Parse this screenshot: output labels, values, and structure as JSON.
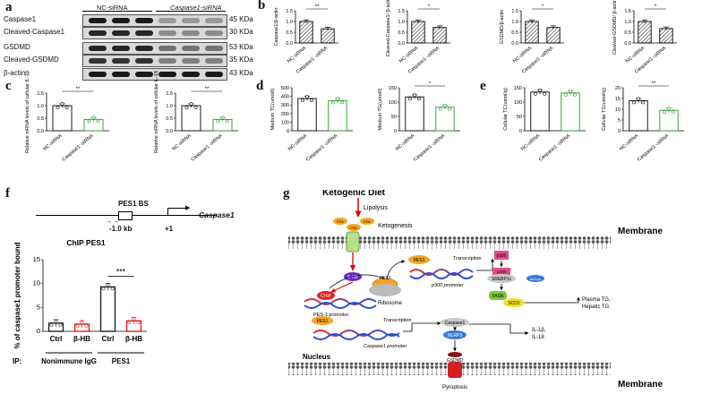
{
  "panels": {
    "a": "a",
    "b": "b",
    "c": "c",
    "d": "d",
    "e": "e",
    "f": "f",
    "g": "g"
  },
  "blot": {
    "header_nc": "NC-siRNA",
    "header_casp": "Caspase1-siRNA",
    "rows": [
      {
        "label": "Caspase1",
        "kda": "45 KDa"
      },
      {
        "label": "Cleaved-Caspase1",
        "kda": "30 KDa"
      },
      {
        "label": "GSDMD",
        "kda": "53 KDa"
      },
      {
        "label": "Cleaved-GSDMD",
        "kda": "35 KDa"
      },
      {
        "label": "β-actin",
        "kda": "43 KDa"
      }
    ]
  },
  "chart_data": [
    {
      "panel": "b",
      "type": "bar",
      "ylabel": "Caspase1/β-actin",
      "categories": [
        "NC-siRNA",
        "Caspase1 -siRNA"
      ],
      "values": [
        1.0,
        0.66
      ],
      "ylim": [
        0,
        1.5
      ],
      "yticks": [
        "0.0",
        "0.5",
        "1.0",
        "1.5"
      ],
      "sig": "**",
      "hatch": true
    },
    {
      "panel": "b",
      "type": "bar",
      "ylabel": "Cleaved-Caspase1/ β-actin",
      "categories": [
        "NC-siRNA",
        "Caspase1 -siRNA"
      ],
      "values": [
        1.0,
        0.72
      ],
      "ylim": [
        0,
        1.5
      ],
      "yticks": [
        "0.0",
        "0.5",
        "1.0",
        "1.5"
      ],
      "sig": "*",
      "hatch": true
    },
    {
      "panel": "b",
      "type": "bar",
      "ylabel": "GSDMD/β-actin",
      "categories": [
        "NC-siRNA",
        "Caspase1 -siRNA"
      ],
      "values": [
        1.0,
        0.72
      ],
      "ylim": [
        0,
        1.5
      ],
      "yticks": [
        "0.0",
        "0.5",
        "1.0",
        "1.5"
      ],
      "sig": "*",
      "hatch": true
    },
    {
      "panel": "b",
      "type": "bar",
      "ylabel": "Cleaved-GSDMD/ β-actin",
      "categories": [
        "NC-siRNA",
        "Caspase1 -siRNA"
      ],
      "values": [
        1.0,
        0.67
      ],
      "ylim": [
        0,
        1.5
      ],
      "yticks": [
        "0.0",
        "0.5",
        "1.0",
        "1.5"
      ],
      "sig": "*",
      "hatch": true
    },
    {
      "panel": "c",
      "type": "bar",
      "ylabel": "Relative mRNA levels of cellular IL-1β",
      "categories": [
        "NC-siRNA",
        "Caspase1 -siRNA"
      ],
      "values": [
        1.0,
        0.45
      ],
      "ylim": [
        0,
        1.5
      ],
      "yticks": [
        "0.0",
        "0.5",
        "1.0",
        "1.5"
      ],
      "sig": "**",
      "hatch": false
    },
    {
      "panel": "c",
      "type": "bar",
      "ylabel": "Relative mRNA levels of cellular IL-18",
      "categories": [
        "NC-siRNA",
        "Caspase1 -siRNA"
      ],
      "values": [
        1.0,
        0.45
      ],
      "ylim": [
        0,
        1.5
      ],
      "yticks": [
        "0.0",
        "0.5",
        "1.0",
        "1.5"
      ],
      "sig": "**",
      "hatch": false
    },
    {
      "panel": "d",
      "type": "bar",
      "ylabel": "Medium TC(umol/l)",
      "categories": [
        "NC-siRNA",
        "Caspase1 -siRNA"
      ],
      "values": [
        375,
        350
      ],
      "ylim": [
        0,
        500
      ],
      "yticks": [
        "0",
        "100",
        "200",
        "300",
        "400",
        "500"
      ],
      "sig": "",
      "hatch": false
    },
    {
      "panel": "d",
      "type": "bar",
      "ylabel": "Medium TG(umol/l)",
      "categories": [
        "NC-siRNA",
        "Caspase1 -siRNA"
      ],
      "values": [
        118,
        82
      ],
      "ylim": [
        0,
        150
      ],
      "yticks": [
        "0",
        "50",
        "100",
        "150"
      ],
      "sig": "*",
      "hatch": false
    },
    {
      "panel": "e",
      "type": "bar",
      "ylabel": "Cellular TC(umol/g)",
      "categories": [
        "NC-siRNA",
        "Caspase1 -siRNA"
      ],
      "values": [
        135,
        132
      ],
      "ylim": [
        0,
        150
      ],
      "yticks": [
        "0",
        "50",
        "100",
        "150"
      ],
      "sig": "",
      "hatch": false
    },
    {
      "panel": "e",
      "type": "bar",
      "ylabel": "Cellular TG(umol/g)",
      "categories": [
        "NC-siRNA",
        "Caspase1 -siRNA"
      ],
      "values": [
        14,
        9.5
      ],
      "ylim": [
        0,
        20
      ],
      "yticks": [
        "0",
        "5",
        "10",
        "15",
        "20"
      ],
      "sig": "**",
      "hatch": false
    },
    {
      "panel": "f",
      "type": "bar",
      "title": "ChIP PES1",
      "ylabel": "% of caspase1 promoter bound",
      "categories": [
        "Ctrl",
        "β-HB",
        "Ctrl",
        "β-HB"
      ],
      "values": [
        1.7,
        1.5,
        9.3,
        2.2
      ],
      "ylim": [
        0,
        15
      ],
      "yticks": [
        "0",
        "5",
        "10",
        "15"
      ],
      "sig": "***",
      "colors": [
        "#222222",
        "#e02020",
        "#222222",
        "#e02020"
      ],
      "ip_label": "IP:",
      "groups": [
        "Nonimmune IgG",
        "PES1"
      ]
    }
  ],
  "gene_map": {
    "site": "PES1 BS",
    "pos1": "-1.0 kb",
    "pos2": "+1",
    "gene": "Caspase1"
  },
  "pathway": {
    "title": "Ketogenic Diet",
    "lipolysis": "Lipolysis",
    "ketogenesis": "Ketogenesis",
    "membrane_top": "Membrane",
    "membrane_bottom": "Membrane",
    "nucleus": "Nucleus",
    "ffa": "FFA",
    "bhb": "β-HB",
    "chip": "CHIP",
    "pes1": "PES1",
    "ribosome": "Ribosome",
    "pes1_promoter": "PES-1 promoter",
    "p300_promoter": "p300 promoter",
    "caspase1_promoter": "Caspase1 promoter",
    "transcription": "Transcription",
    "p300": "p300",
    "srebp1c": "SREBP1c",
    "aclyl": "Ac-Lys",
    "fasn": "FASN",
    "scd1": "SCD1",
    "plasma_tg": "Plasma TG,",
    "hepatic_tg": "Hepatic TG",
    "caspase1": "Caspase1",
    "nlrp3": "NLRP3",
    "gsdmd": "GSDMD",
    "il1b": "IL-1β,",
    "il18": "IL-18",
    "pyroptosis": "Pyroptosis"
  }
}
